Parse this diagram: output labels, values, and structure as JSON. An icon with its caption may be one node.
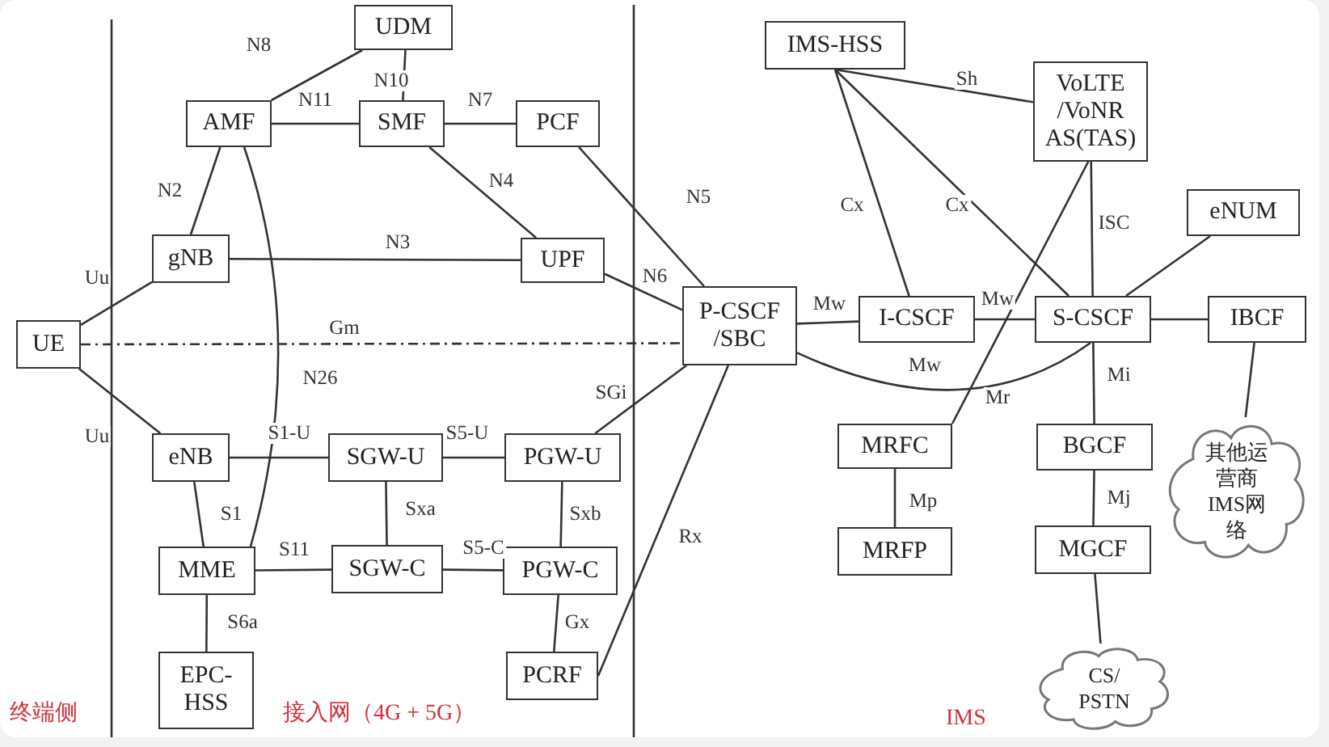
{
  "diagram": {
    "nodes": [
      {
        "text": [
          "UE"
        ]
      },
      {
        "text": [
          "UDM"
        ]
      },
      {
        "text": [
          "AMF"
        ]
      },
      {
        "text": [
          "SMF"
        ]
      },
      {
        "text": [
          "PCF"
        ]
      },
      {
        "text": [
          "gNB"
        ]
      },
      {
        "text": [
          "UPF"
        ]
      },
      {
        "text": [
          "eNB"
        ]
      },
      {
        "text": [
          "SGW-U"
        ]
      },
      {
        "text": [
          "PGW-U"
        ]
      },
      {
        "text": [
          "MME"
        ]
      },
      {
        "text": [
          "SGW-C"
        ]
      },
      {
        "text": [
          "PGW-C"
        ]
      },
      {
        "text": [
          "EPC- HSS"
        ]
      },
      {
        "text": [
          "PCRF"
        ]
      },
      {
        "text": [
          "P-CSCF /SBC"
        ]
      },
      {
        "text": [
          "IMS-HSS"
        ]
      },
      {
        "text": [
          "VoLTE /VoNR AS(TAS)"
        ]
      },
      {
        "text": [
          "I-CSCF"
        ]
      },
      {
        "text": [
          "S-CSCF"
        ]
      },
      {
        "text": [
          "eNUM"
        ]
      },
      {
        "text": [
          "IBCF"
        ]
      },
      {
        "text": [
          "MRFC"
        ]
      },
      {
        "text": [
          "BGCF"
        ]
      },
      {
        "text": [
          "MRFP"
        ]
      },
      {
        "text": [
          "MGCF"
        ]
      },
      {
        "text": [
          "其他运营商IMS网络"
        ]
      },
      {
        "text": [
          "CS/ PSTN"
        ]
      }
    ],
    "edges": [
      {
        "from": 2,
        "to": 1,
        "arrow": "none",
        "label": "N8"
      },
      {
        "from": 3,
        "to": 1,
        "arrow": "none",
        "label": "N10"
      },
      {
        "from": 2,
        "to": 3,
        "arrow": "none",
        "label": "N11"
      },
      {
        "from": 3,
        "to": 4,
        "arrow": "none",
        "label": "N7"
      },
      {
        "from": 3,
        "to": 6,
        "arrow": "none",
        "label": "N4"
      },
      {
        "from": 2,
        "to": 5,
        "arrow": "none",
        "label": "N2"
      },
      {
        "from": 5,
        "to": 6,
        "arrow": "none",
        "label": "N3"
      },
      {
        "from": 0,
        "to": 5,
        "arrow": "none",
        "label": "Uu"
      },
      {
        "from": 0,
        "to": 7,
        "arrow": "none",
        "label": "Uu"
      },
      {
        "from": 0,
        "to": 15,
        "arrow": "none",
        "label": "Gm",
        "style": "dashed"
      },
      {
        "from": 2,
        "to": 10,
        "arrow": "none",
        "label": "N26"
      },
      {
        "from": 7,
        "to": 8,
        "arrow": "none",
        "label": "S1-U"
      },
      {
        "from": 8,
        "to": 9,
        "arrow": "none",
        "label": "S5-U"
      },
      {
        "from": 7,
        "to": 10,
        "arrow": "none",
        "label": "S1"
      },
      {
        "from": 8,
        "to": 11,
        "arrow": "none",
        "label": "Sxa"
      },
      {
        "from": 9,
        "to": 12,
        "arrow": "none",
        "label": "Sxb"
      },
      {
        "from": 10,
        "to": 11,
        "arrow": "none",
        "label": "S11"
      },
      {
        "from": 11,
        "to": 12,
        "arrow": "none",
        "label": "S5-C"
      },
      {
        "from": 10,
        "to": 13,
        "arrow": "none",
        "label": "S6a"
      },
      {
        "from": 12,
        "to": 14,
        "arrow": "none",
        "label": "Gx"
      },
      {
        "from": 4,
        "to": 15,
        "arrow": "none",
        "label": "N5"
      },
      {
        "from": 6,
        "to": 15,
        "arrow": "none",
        "label": "N6"
      },
      {
        "from": 9,
        "to": 15,
        "arrow": "none",
        "label": "SGi"
      },
      {
        "from": 14,
        "to": 15,
        "arrow": "none",
        "label": "Rx"
      },
      {
        "from": 15,
        "to": 18,
        "arrow": "none",
        "label": "Mw"
      },
      {
        "from": 18,
        "to": 19,
        "arrow": "none",
        "label": "Mw"
      },
      {
        "from": 15,
        "to": 19,
        "arrow": "none",
        "label": "Mw"
      },
      {
        "from": 16,
        "to": 18,
        "arrow": "none",
        "label": "Cx"
      },
      {
        "from": 16,
        "to": 19,
        "arrow": "none",
        "label": "Cx"
      },
      {
        "from": 16,
        "to": 17,
        "arrow": "none",
        "label": "Sh"
      },
      {
        "from": 17,
        "to": 19,
        "arrow": "none",
        "label": "ISC"
      },
      {
        "from": 20,
        "to": 19,
        "arrow": "none"
      },
      {
        "from": 19,
        "to": 21,
        "arrow": "none"
      },
      {
        "from": 21,
        "to": 26,
        "arrow": "none"
      },
      {
        "from": 19,
        "to": 23,
        "arrow": "none",
        "label": "Mi"
      },
      {
        "from": 17,
        "to": 22,
        "arrow": "none",
        "label": "Mr"
      },
      {
        "from": 22,
        "to": 24,
        "arrow": "none",
        "label": "Mp"
      },
      {
        "from": 23,
        "to": 25,
        "arrow": "none",
        "label": "Mj"
      },
      {
        "from": 25,
        "to": 27,
        "arrow": "none"
      }
    ],
    "labels": [
      "终端侧",
      "接入网（4G + 5G）",
      "IMS"
    ]
  }
}
